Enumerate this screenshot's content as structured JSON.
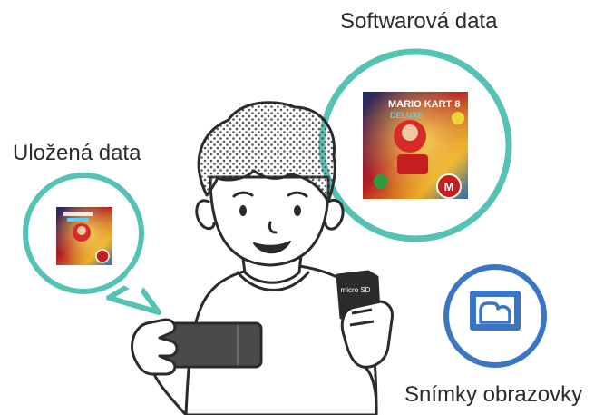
{
  "labels": {
    "software_data": "Softwarová data",
    "save_data": "Uložená data",
    "screenshots": "Snímky obrazovky"
  },
  "box_art": {
    "title": "MARIO KART 8",
    "subtitle": "DELUXE"
  },
  "microsd_card": {
    "text": "micro SD"
  },
  "colors": {
    "bubble_teal": "#54c3b4",
    "screenshot_blue": "#3b76c4",
    "outline": "#2b2b2b",
    "console": "#4a4a4a"
  },
  "icons": {
    "screenshot": "album-image-icon",
    "console": "nintendo-switch-console",
    "memory_card": "microsd-card"
  }
}
